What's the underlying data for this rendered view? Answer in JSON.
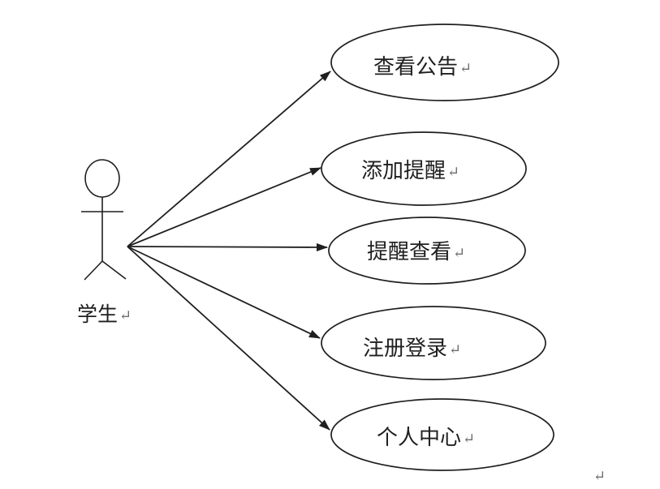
{
  "diagram": {
    "type": "uml-use-case",
    "paragraph_mark": "↵",
    "actor": {
      "label": "学生"
    },
    "use_cases": [
      {
        "label": "查看公告"
      },
      {
        "label": "添加提醒"
      },
      {
        "label": "提醒查看"
      },
      {
        "label": "注册登录"
      },
      {
        "label": "个人中心"
      }
    ],
    "colors": {
      "stroke": "#1f1f1f",
      "text": "#1f1f1f",
      "mark": "#6f6f6f",
      "background": "#ffffff"
    }
  }
}
